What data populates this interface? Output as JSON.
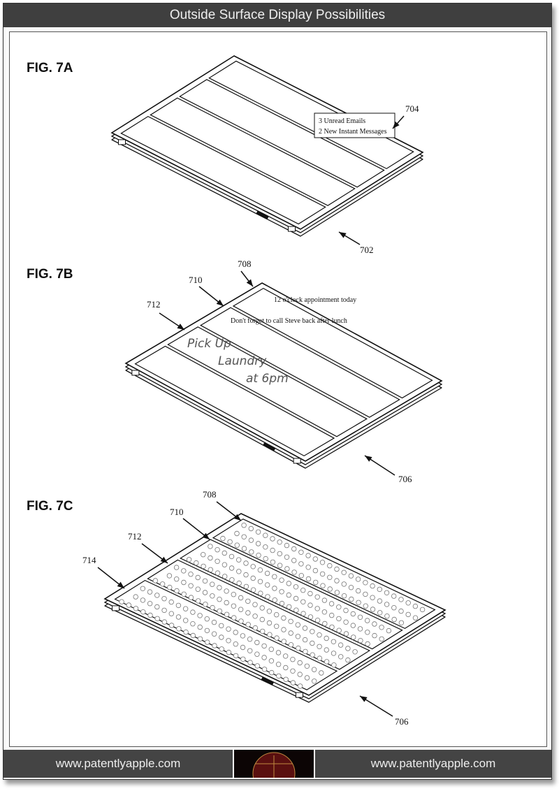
{
  "header": {
    "title": "Outside Surface Display Possibilities"
  },
  "footer": {
    "left_url": "www.patentlyapple.com",
    "right_url": "www.patentlyapple.com"
  },
  "figures": [
    {
      "label": "FIG. 7A",
      "refs": [
        "704",
        "702"
      ],
      "notes": [
        "3 Unread Emails",
        "2 New Instant Messages"
      ]
    },
    {
      "label": "FIG. 7B",
      "refs": [
        "708",
        "710",
        "712",
        "706"
      ],
      "notes": [
        "12 o'clock appointment today",
        "Don't forget to call Steve back after lunch"
      ],
      "handwriting": [
        "Pick Up",
        "Laundry",
        "at 6pm"
      ]
    },
    {
      "label": "FIG. 7C",
      "refs": [
        "708",
        "710",
        "712",
        "714",
        "706"
      ]
    }
  ]
}
